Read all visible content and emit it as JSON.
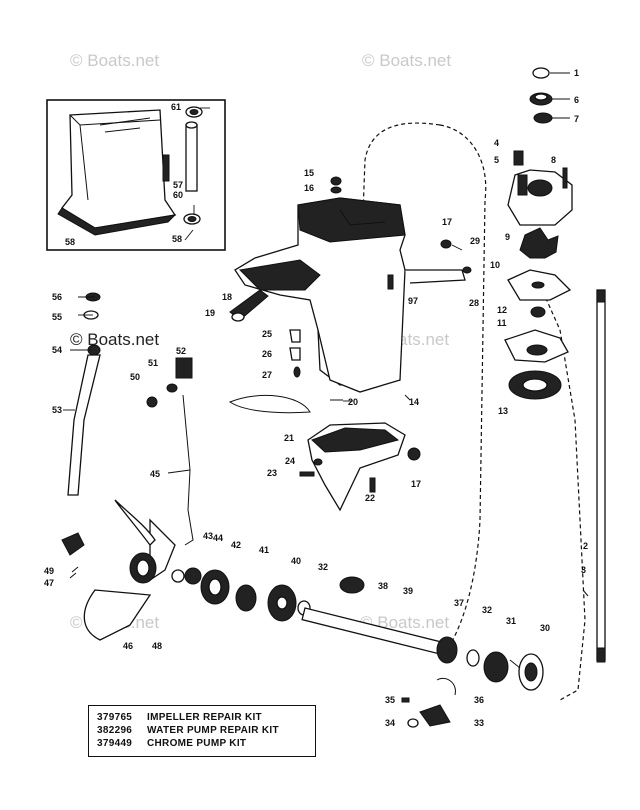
{
  "watermark": "© Boats.net",
  "callouts": {
    "p1": "1",
    "p2": "2",
    "p3": "3",
    "p4": "4",
    "p5": "5",
    "p6": "6",
    "p7": "7",
    "p8": "8",
    "p9": "9",
    "p10": "10",
    "p11": "11",
    "p12": "12",
    "p13": "13",
    "p14": "14",
    "p15": "15",
    "p16": "16",
    "p17a": "17",
    "p17b": "17",
    "p18": "18",
    "p19": "19",
    "p20": "20",
    "p21": "21",
    "p22": "22",
    "p23": "23",
    "p24": "24",
    "p25": "25",
    "p26": "26",
    "p27": "27",
    "p28": "28",
    "p29": "29",
    "p30": "30",
    "p31": "31",
    "p32a": "32",
    "p32b": "32",
    "p33": "33",
    "p34": "34",
    "p35": "35",
    "p36": "36",
    "p37": "37",
    "p38": "38",
    "p39": "39",
    "p40": "40",
    "p41": "41",
    "p42": "42",
    "p43": "43",
    "p44": "44",
    "p45": "45",
    "p46": "46",
    "p47": "47",
    "p48": "48",
    "p49": "49",
    "p50": "50",
    "p51": "51",
    "p52": "52",
    "p53": "53",
    "p54": "54",
    "p55": "55",
    "p56": "56",
    "p57": "57",
    "p58a": "58",
    "p58b": "58",
    "p60": "60",
    "p61": "61",
    "p97": "97"
  },
  "kits": [
    {
      "number": "379765",
      "name": "IMPELLER REPAIR KIT"
    },
    {
      "number": "382296",
      "name": "WATER PUMP REPAIR KIT"
    },
    {
      "number": "379449",
      "name": "CHROME PUMP KIT"
    }
  ]
}
